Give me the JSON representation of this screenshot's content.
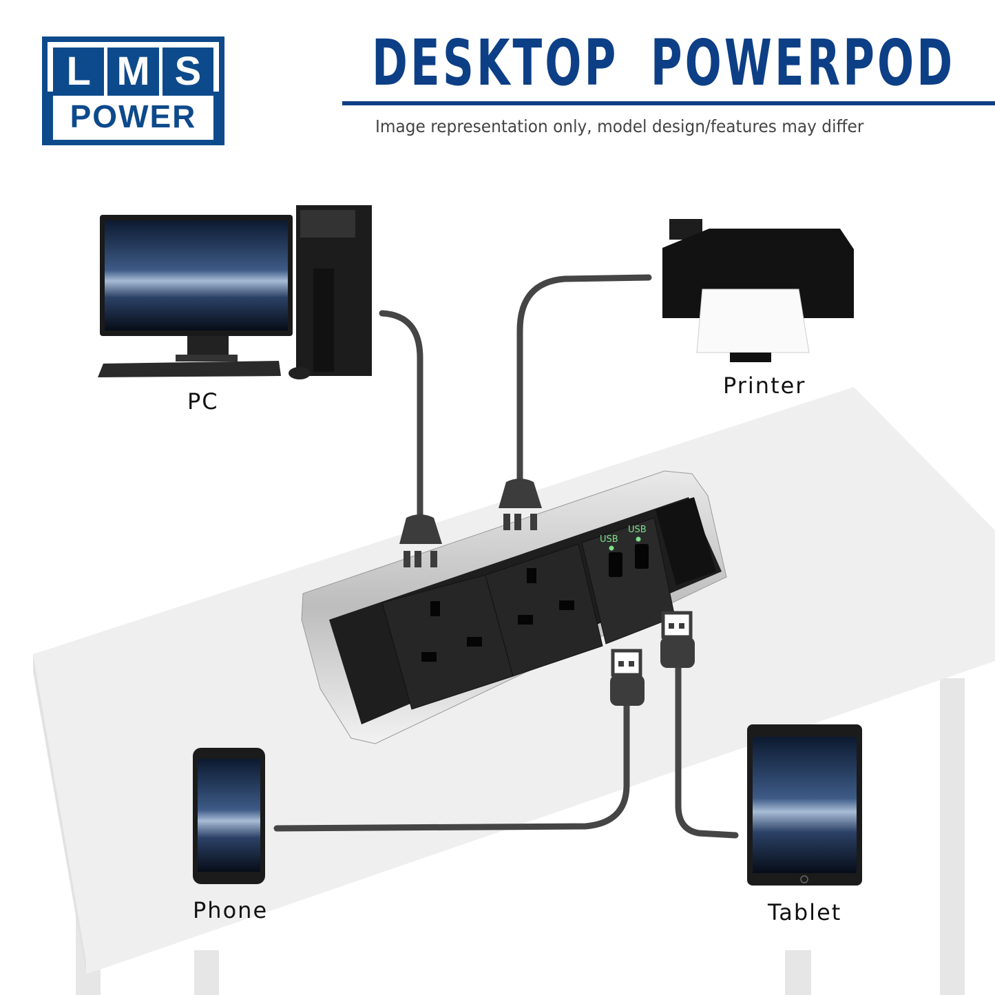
{
  "logo": {
    "letters": [
      "L",
      "M",
      "S"
    ],
    "sub": "POWER"
  },
  "header": {
    "title": "DESKTOP POWERPOD",
    "subtitle": "Image representation only, model design/features may differ"
  },
  "devices": {
    "pc": "PC",
    "printer": "Printer",
    "phone": "Phone",
    "tablet": "Tablet"
  },
  "powerpod": {
    "usb_label_1": "USB",
    "usb_label_2": "USB"
  },
  "colors": {
    "brand": "#0d3f86",
    "cable": "#454545",
    "usb_led": "#7ee08a"
  }
}
